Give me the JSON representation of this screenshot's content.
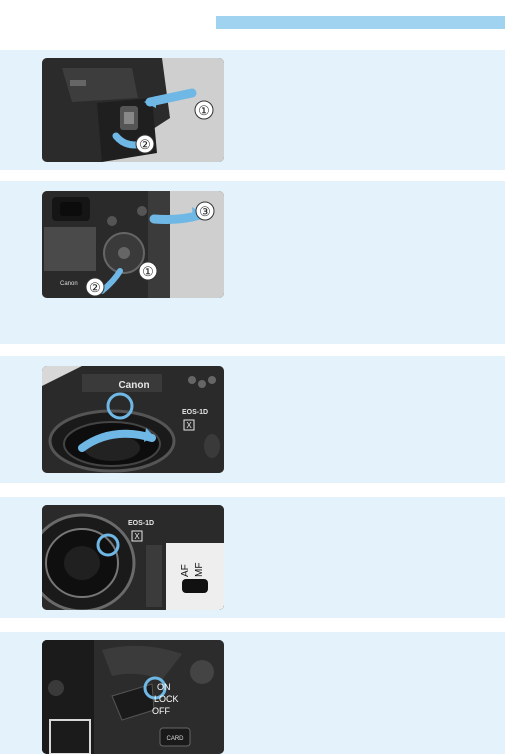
{
  "header": {
    "accent_color": "#9fd3ef"
  },
  "panel_color": "#e4f3fb",
  "steps": [
    {
      "callouts": [
        "①",
        "②"
      ]
    },
    {
      "callouts": [
        "③",
        "①",
        "②"
      ],
      "labels": {
        "brand": "Canon"
      }
    },
    {
      "labels": {
        "brand": "Canon",
        "model": "EOS-1D",
        "badge": "X"
      }
    },
    {
      "labels": {
        "model": "EOS-1D",
        "badge": "X",
        "af": "AF",
        "mf": "MF"
      }
    },
    {
      "labels": {
        "on": "ON",
        "lock": "LOCK",
        "off": "OFF",
        "card": "CARD"
      }
    }
  ]
}
